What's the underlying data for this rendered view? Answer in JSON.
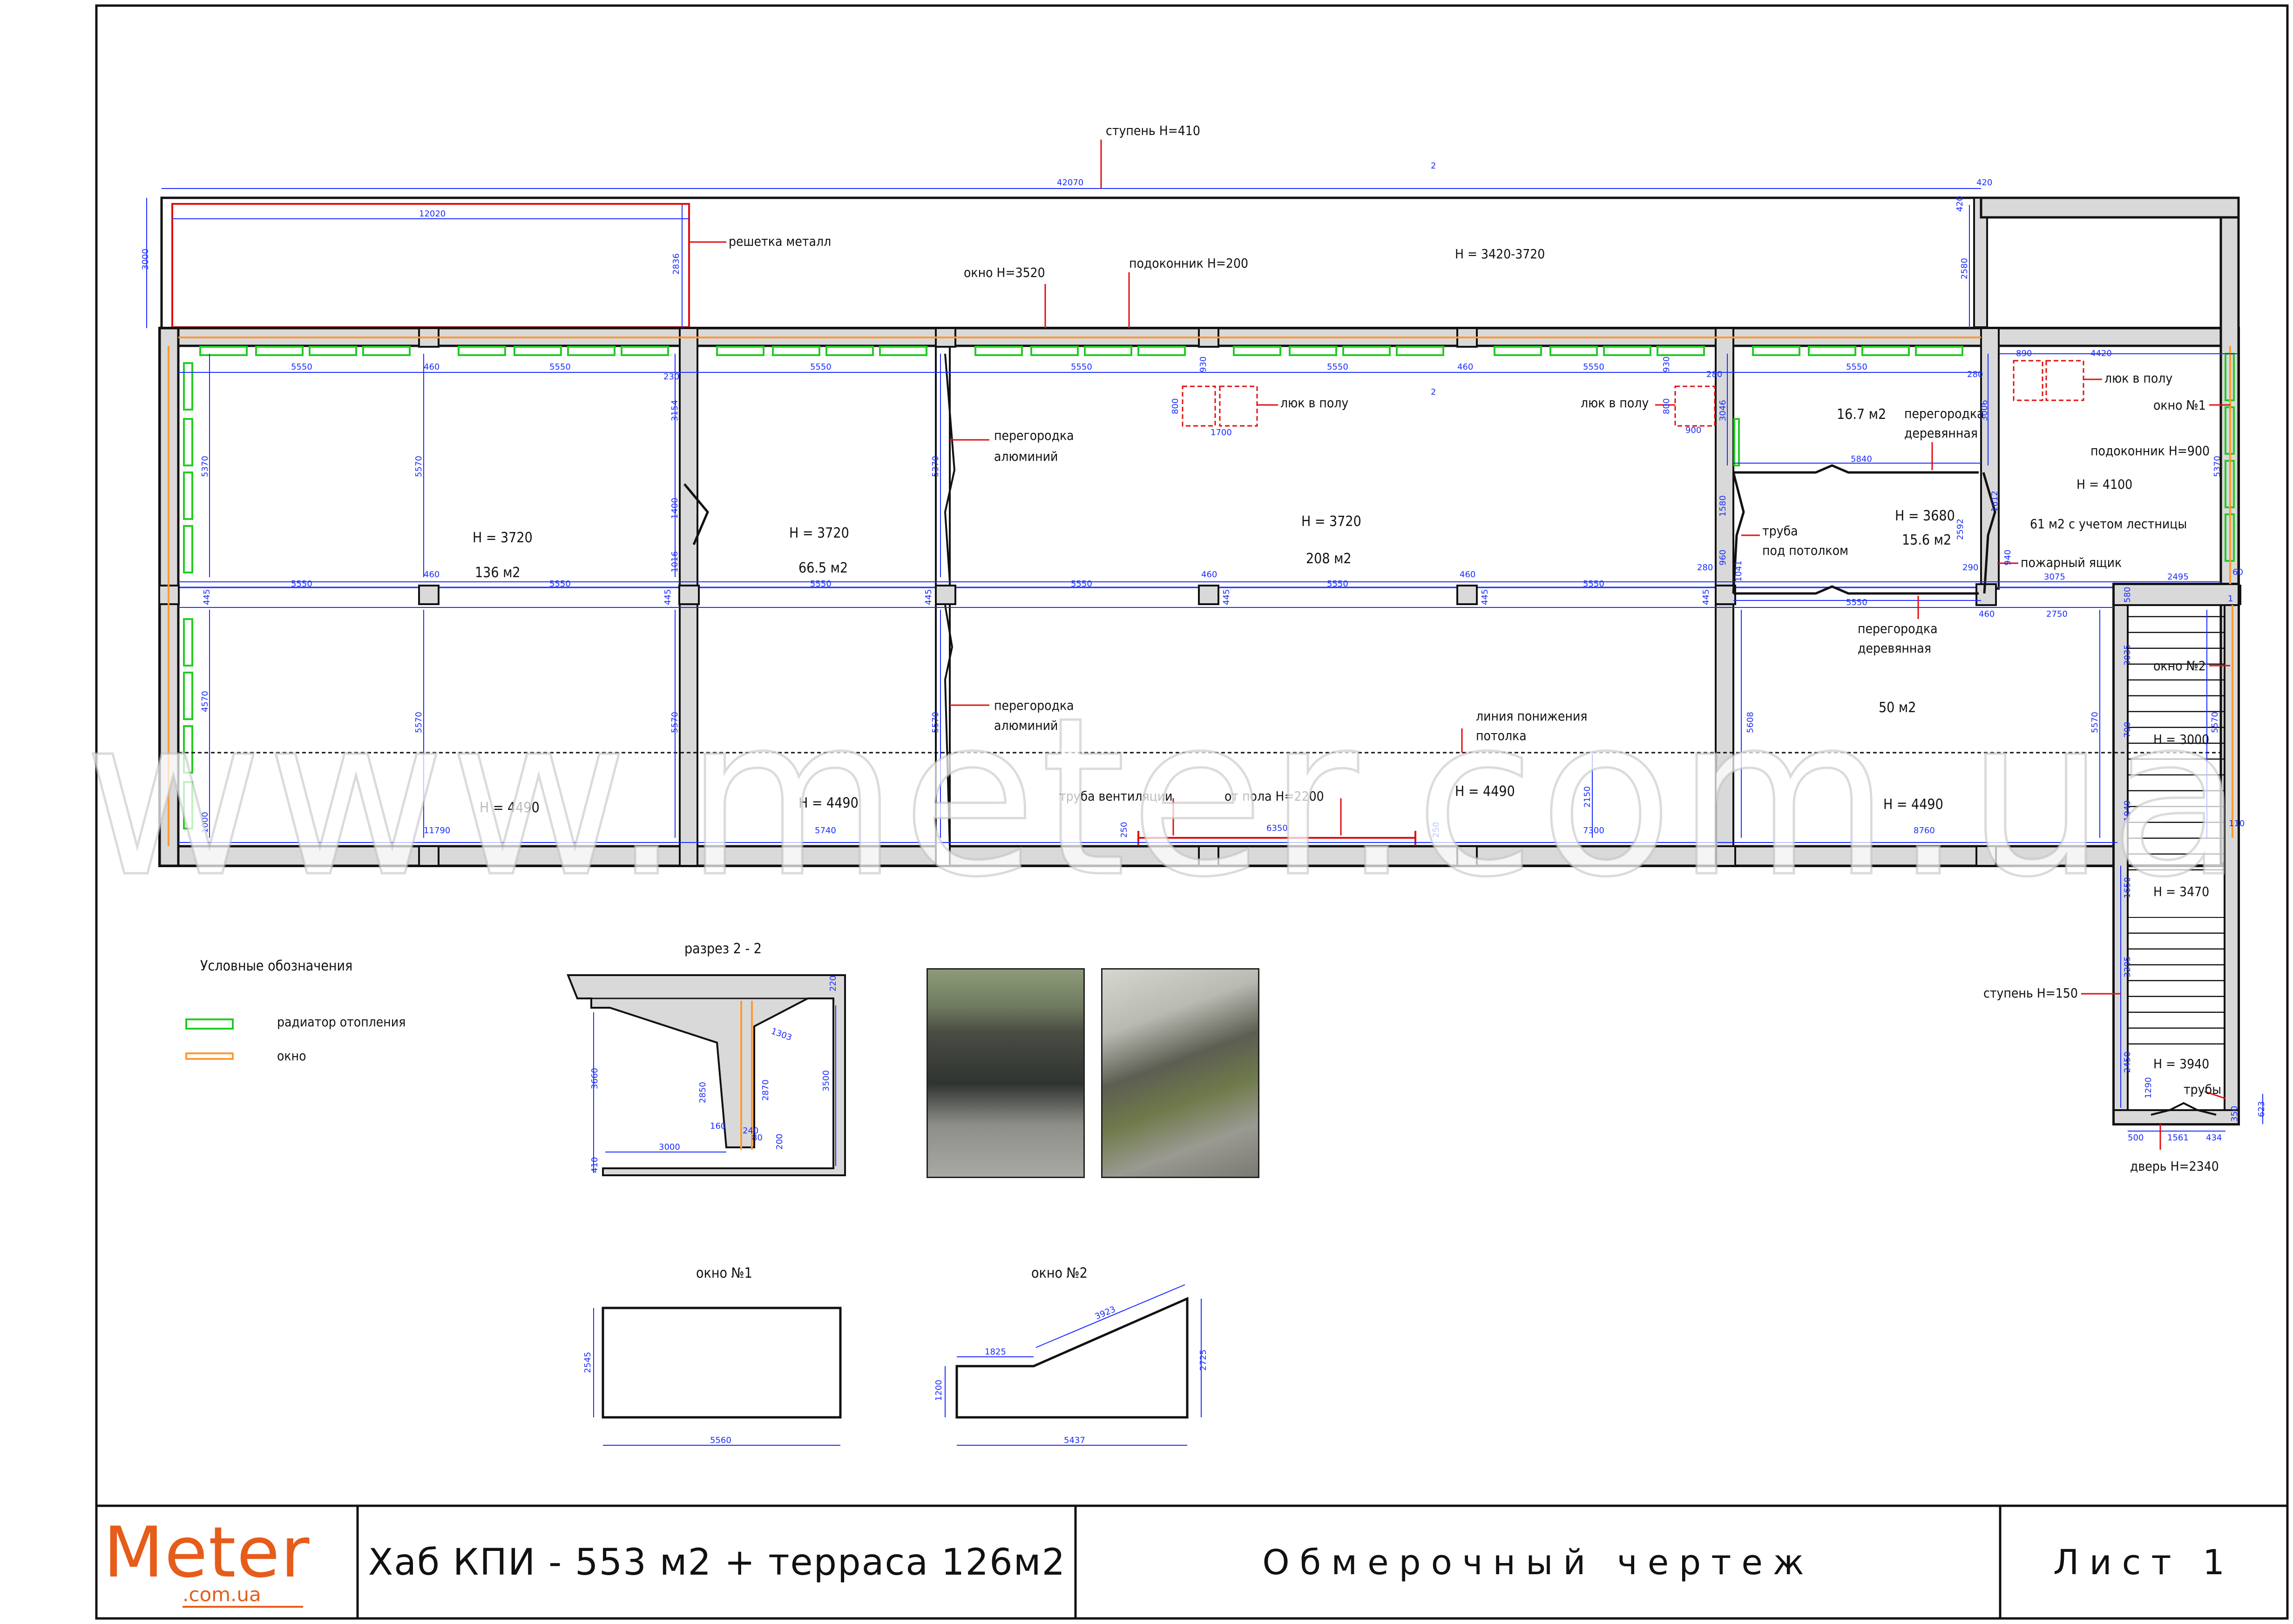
{
  "title_block": {
    "logo_main": "Meter",
    "logo_sub": ".com.ua",
    "project": "Хаб КПИ - 553 м2 + терраса 126м2",
    "doc_type": "Обмерочный чертеж",
    "sheet": "Лист 1"
  },
  "watermark": "www.meter.com.ua",
  "legend": {
    "title": "Условные обозначения",
    "radiator": "радиатор отопления",
    "window": "окно",
    "radiator_color": "#22cc22",
    "window_color": "#ff9933"
  },
  "colors": {
    "wall": "#d9d9d9",
    "wall_stroke": "#111111",
    "dimension": "#1a2cff",
    "leader": "#e01010",
    "hatch": "#e01010"
  },
  "notes": {
    "step410": "ступень H=410",
    "grate": "решетка металл",
    "window3520": "окно H=3520",
    "sill200": "подоконник H=200",
    "h3420": "H = 3420-3720",
    "hatch1": "люк в полу",
    "hatch2": "люк в полу",
    "hatch3": "люк в полу",
    "window1": "окно №1",
    "sill900": "подоконник H=900",
    "h4100": "H = 4100",
    "area61": "61 м2 с учетом лестницы",
    "fire_box": "пожарный ящик",
    "window2": "окно №2",
    "h3000": "H = 3000",
    "h3470": "H = 3470",
    "step150": "ступень H=150",
    "h3940": "H = 3940",
    "pipes": "трубы",
    "door": "дверь H=2340",
    "partition_al_1a": "перегородка",
    "partition_al_1b": "алюминий",
    "partition_al_2a": "перегородка",
    "partition_al_2b": "алюминий",
    "partition_wood_1a": "перегородка",
    "partition_wood_1b": "деревянная",
    "partition_wood_2a": "перегородка",
    "partition_wood_2b": "деревянная",
    "ceiling_drop_a": "линия понижения",
    "ceiling_drop_b": "потолка",
    "vent_pipe": "труба вентиляции",
    "from_floor": "от пола H=2200",
    "pipe_ceiling_a": "труба",
    "pipe_ceiling_b": "под потолком"
  },
  "rooms": {
    "r1_h": "H = 3720",
    "r1_area": "136 м2",
    "r1_h2": "H = 4490",
    "r2_h": "H = 3720",
    "r2_area": "66.5 м2",
    "r2_h2": "H = 4490",
    "r3_h": "H = 3720",
    "r3_area": "208 м2",
    "r3_h2": "H = 4490",
    "r4_area": "16.7 м2",
    "r5_h": "H = 3680",
    "r5_area": "15.6 м2",
    "r6_area": "50 м2",
    "r6_h2": "H = 4490"
  },
  "dims": {
    "d42070": "42070",
    "d12020": "12020",
    "d420": "420",
    "d420b": "420",
    "d3000": "3000",
    "d2836": "2836",
    "d2580": "2580",
    "d5550a": "5550",
    "d460a": "460",
    "d5550b": "5550",
    "d230": "230",
    "d5550c": "5550",
    "d5550d": "5550",
    "d930": "930",
    "d5550e": "5550",
    "d460b": "460",
    "d5550f": "5550",
    "d930b": "930",
    "d5550g": "5550",
    "d280a": "280",
    "d280b": "280",
    "d890": "890",
    "d4420": "4420",
    "d800": "800",
    "d1700": "1700",
    "d800b": "800",
    "d900": "900",
    "d5370a": "5370",
    "d5570a": "5570",
    "d3154": "3154",
    "d1400": "1400",
    "d1016": "1016",
    "d5370b": "5370",
    "d3046": "3046",
    "d5840": "5840",
    "d3006": "3006",
    "d5370c": "5370",
    "d1580": "1580",
    "d960": "960",
    "d1041": "1041",
    "d2592": "2592",
    "d1612": "1612",
    "d290": "290",
    "d940": "940",
    "d5550h": "5550",
    "d3075": "3075",
    "d2495": "2495",
    "d445a": "445",
    "d5550i": "5550",
    "d460c": "460",
    "d5550j": "5550",
    "d445b": "445",
    "d5550k": "5550",
    "d445c": "445",
    "d5550l": "5550",
    "d460d": "460",
    "d445d": "445",
    "d5550m": "5550",
    "d460e": "460",
    "d445e": "445",
    "d5550n": "5550",
    "d445f": "445",
    "d280c": "280",
    "d460f": "460",
    "d2750": "2750",
    "d580": "580",
    "d60": "60",
    "d4570": "4570",
    "d5570b": "5570",
    "d5570c": "5570",
    "d5570d": "5570",
    "d2150": "2150",
    "d5608": "5608",
    "d5570e": "5570",
    "d5570f": "5570",
    "d3035": "3035",
    "d700": "700",
    "d1949": "1949",
    "d1000": "1000",
    "d11790": "11790",
    "d5740": "5740",
    "d250a": "250",
    "d6350": "6350",
    "d250b": "250",
    "d7300": "7300",
    "d8760": "8760",
    "d110": "110",
    "d1650": "1650",
    "d3205": "3205",
    "d2450": "2450",
    "d1290": "1290",
    "d350": "350",
    "d623": "623",
    "d500": "500",
    "d1561": "1561",
    "d434": "434",
    "d1": "1",
    "d2a": "2",
    "d2b": "2"
  },
  "section": {
    "title": "разрез 2 - 2",
    "d220": "220",
    "d3660": "3660",
    "d2850": "2850",
    "d2870": "2870",
    "d3500": "3500",
    "d1303": "1303",
    "d160": "160",
    "d240": "240",
    "d80": "80",
    "d200": "200",
    "d410": "410",
    "d3000": "3000"
  },
  "window_no1": {
    "title": "окно №1",
    "height": "2545",
    "width": "5560"
  },
  "window_no2": {
    "title": "окно №2",
    "h_low": "1200",
    "seg_flat": "1825",
    "seg_slope": "3923",
    "h_high": "2725",
    "width": "5437"
  }
}
